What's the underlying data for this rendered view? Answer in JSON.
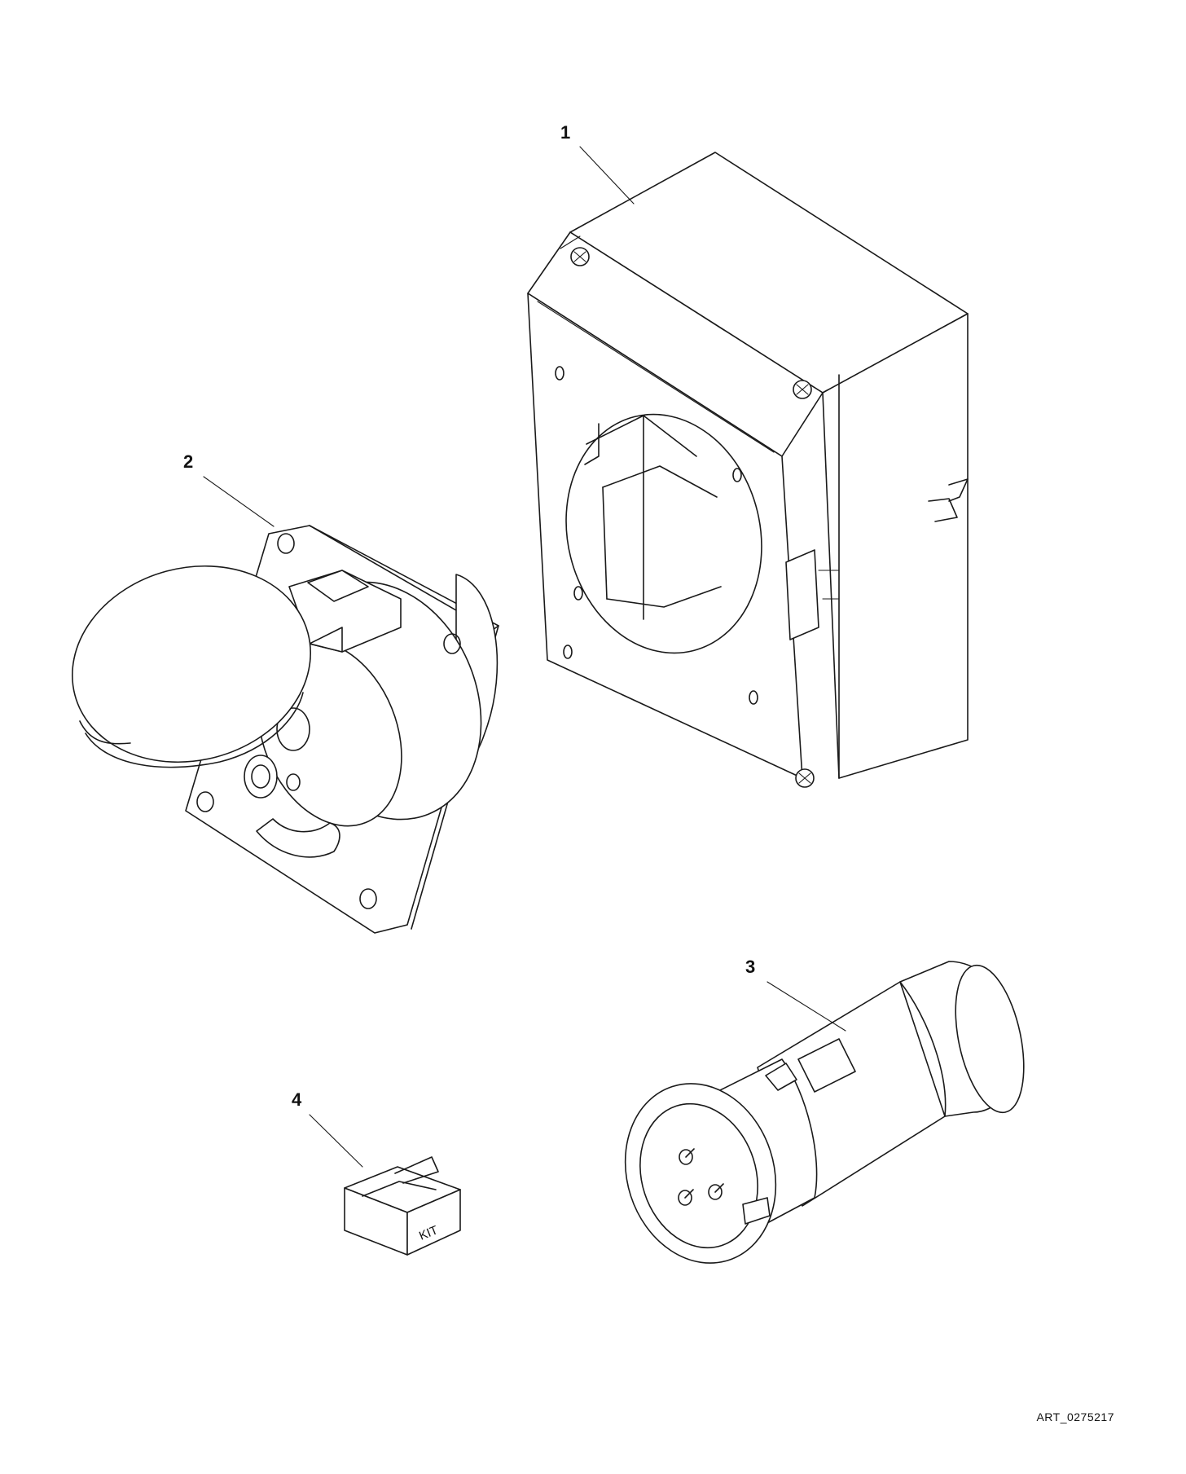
{
  "callouts": [
    {
      "id": "1",
      "label": "1"
    },
    {
      "id": "2",
      "label": "2"
    },
    {
      "id": "3",
      "label": "3"
    },
    {
      "id": "4",
      "label": "4"
    }
  ],
  "kit_label": "KIT",
  "art_reference": "ART_0275217"
}
